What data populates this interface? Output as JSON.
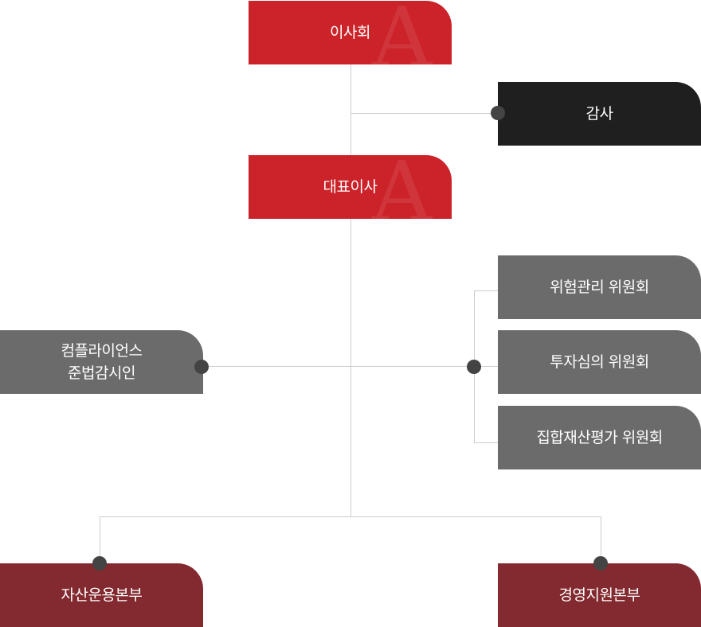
{
  "org_chart": {
    "board": {
      "label": "이사회",
      "watermark": "A"
    },
    "audit": {
      "label": "감사"
    },
    "ceo": {
      "label": "대표이사",
      "watermark": "A"
    },
    "compliance": {
      "line1": "컴플라이언스",
      "line2": "준법감시인"
    },
    "committees": [
      {
        "label": "위험관리 위원회"
      },
      {
        "label": "투자심의 위원회"
      },
      {
        "label": "집합재산평가 위원회"
      }
    ],
    "divisions": [
      {
        "label": "자산운용본부"
      },
      {
        "label": "경영지원본부"
      }
    ]
  },
  "colors": {
    "red": "#cc2229",
    "black": "#1f1f1f",
    "gray": "#6b6b6b",
    "maroon": "#822a2f",
    "connector": "#cccccc",
    "dot": "#444444"
  }
}
